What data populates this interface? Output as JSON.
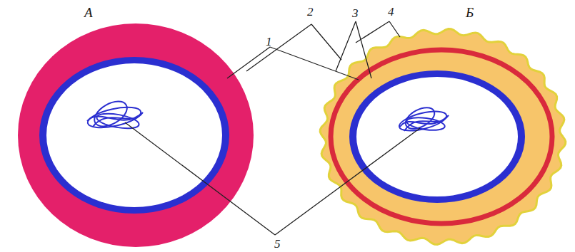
{
  "diagram": {
    "labels": [
      "А",
      "2",
      "3",
      "4",
      "Б",
      "1",
      "5"
    ]
  }
}
